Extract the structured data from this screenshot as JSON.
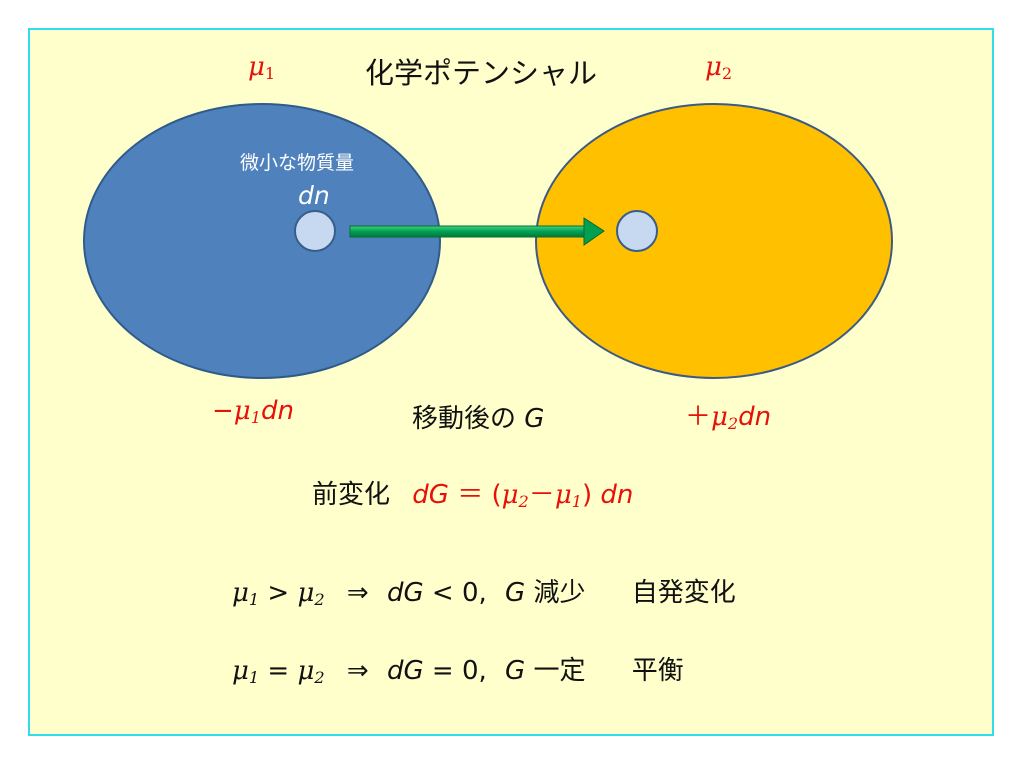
{
  "title": "化学ポテンシャル",
  "mu_left": {
    "symbol": "μ",
    "sub": "1"
  },
  "mu_right": {
    "symbol": "μ",
    "sub": "2"
  },
  "small_amount": "微小な物質量",
  "dn": "dn",
  "left_change": {
    "sign": "−",
    "symbol": "μ",
    "sub": "1",
    "tail": "dn"
  },
  "right_change": {
    "sign": "＋",
    "symbol": "μ",
    "sub": "2",
    "tail": "dn"
  },
  "after_move": {
    "text": "移動後の",
    "var": "G"
  },
  "delta_line": {
    "prefix": "前変化",
    "lhs": "dG",
    "eq": "＝",
    "open": "(",
    "mu2": "μ",
    "sub2": "2",
    "minus": "－",
    "mu1": "μ",
    "sub1": "1",
    "close": ")",
    "tail": "dn"
  },
  "cond1": {
    "mu_a": "μ",
    "sub_a": "1",
    "rel": ">",
    "mu_b": "μ",
    "sub_b": "2",
    "implies": "⇒",
    "lhs": "dG",
    "cmp": "< 0,",
    "var": "G",
    "result": "減少",
    "label": "自発変化"
  },
  "cond2": {
    "mu_a": "μ",
    "sub_a": "1",
    "rel": "=",
    "mu_b": "μ",
    "sub_b": "2",
    "implies": "⇒",
    "lhs": "dG",
    "cmp": "= 0,",
    "var": "G",
    "result": "一定",
    "label": "平衡"
  },
  "colors": {
    "background": "#ffffcc",
    "border": "#33ddee",
    "left_region": "#4f81bd",
    "right_region": "#ffc000",
    "particle": "#c6d9f1",
    "arrow": "#00a050",
    "accent": "#e8100a"
  }
}
